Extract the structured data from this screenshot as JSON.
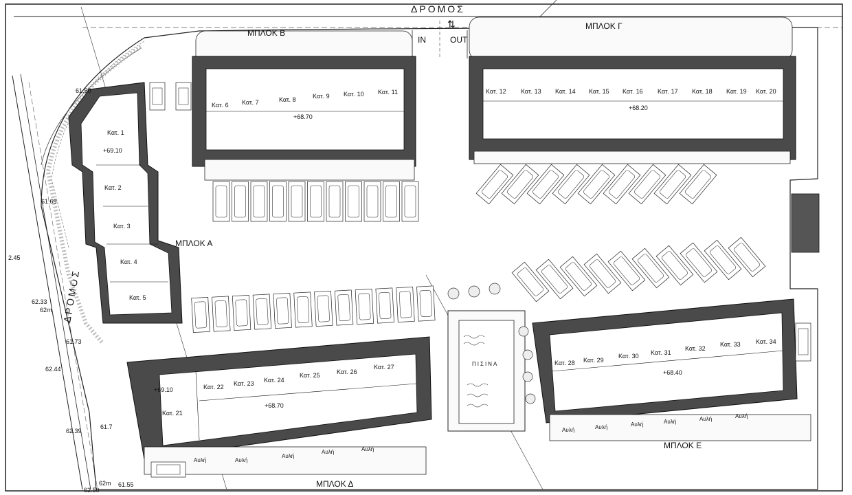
{
  "road_top": "ΔΡΟΜΟΣ",
  "road_left": "ΔΡΟΜΟΣ",
  "entrance": {
    "in": "IN",
    "out": "OUT"
  },
  "blocks": {
    "a": {
      "label": "ΜΠΛΟΚ Α",
      "units": [
        "Κατ. 1",
        "Κατ. 2",
        "Κατ. 3",
        "Κατ. 4",
        "Κατ. 5"
      ],
      "elev": "+69.10"
    },
    "b": {
      "label": "ΜΠΛΟΚ Β",
      "units": [
        "Κατ. 6",
        "Κατ. 7",
        "Κατ. 8",
        "Κατ. 9",
        "Κατ. 10",
        "Κατ. 11"
      ],
      "elev": "+68.70"
    },
    "g": {
      "label": "ΜΠΛΟΚ Γ",
      "units": [
        "Κατ. 12",
        "Κατ. 13",
        "Κατ. 14",
        "Κατ. 15",
        "Κατ. 16",
        "Κατ. 17",
        "Κατ. 18",
        "Κατ. 19",
        "Κατ. 20"
      ],
      "elev": "+68.20"
    },
    "d": {
      "label": "ΜΠΛΟΚ Δ",
      "units": [
        "Κατ. 21",
        "Κατ. 22",
        "Κατ. 23",
        "Κατ. 24",
        "Κατ. 25",
        "Κατ. 26",
        "Κατ. 27"
      ],
      "elev": "+68.70",
      "elev2": "+69.10"
    },
    "e": {
      "label": "ΜΠΛΟΚ Ε",
      "units": [
        "Κατ. 28",
        "Κατ. 29",
        "Κατ. 30",
        "Κατ. 31",
        "Κατ. 32",
        "Κατ. 33",
        "Κατ. 34"
      ],
      "elev": "+68.40"
    }
  },
  "pool": "ΠΙΣΙΝΑ",
  "yard_label": "Αυλή",
  "levels_left": [
    "61.50",
    "61.69",
    "2.45",
    "62.33",
    "62m",
    "61.73",
    "62.44",
    "61.7",
    "62.39",
    "62.50",
    "62m",
    "61.55"
  ]
}
